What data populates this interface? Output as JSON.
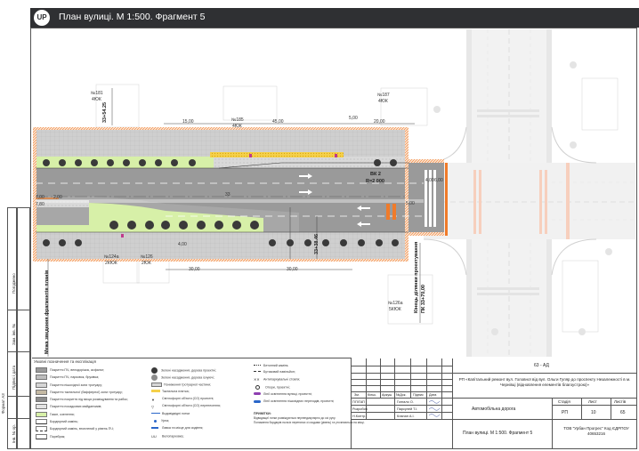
{
  "header": {
    "title": "План вулиці. М 1:500. Фрагмент 5",
    "logo": "UP"
  },
  "side_labels": [
    "Погоджено",
    "Зам. інв. №",
    "Підпис і дата",
    "Формат А3",
    "Інв. № ор."
  ],
  "plan": {
    "buildings": [
      {
        "num": "№181",
        "floors": "4ЮК"
      },
      {
        "num": "№185",
        "floors": "4ЮК"
      },
      {
        "num": "№187",
        "floors": "4ЮК"
      },
      {
        "num": "№124а",
        "floors": "2КЮК"
      },
      {
        "num": "№126",
        "floors": "2ЮК"
      },
      {
        "num": "№126а",
        "floors": "5КЮК"
      }
    ],
    "dims": [
      "15,00",
      "45,00",
      "20,00",
      "5,00",
      "30,00",
      "30,00",
      "7,00",
      "7,80",
      "4,00",
      "6,00",
      "4,00",
      "2,00",
      "5,00",
      "33"
    ],
    "curve_label": [
      "ВК 2",
      "R=2 000"
    ],
    "picket_left": "33+54.25",
    "picket_mid": "33+38.46",
    "start_label": "Межа зведення фрагментів планів",
    "end_label": [
      "Кінець ділянки проектування",
      "ПК 33+70,00"
    ]
  },
  "legend": {
    "title": "Умовні позначення та експлікація",
    "col1": [
      {
        "text": "Покриття ПЧ, велодоріжок, асфальт;",
        "color": "#9a9a9a"
      },
      {
        "text": "Покриття ПЧ, парковок, бруківка;",
        "color": "#bdbdbd"
      },
      {
        "text": "Покриття пішохідної зони тротуару;",
        "color": "#d6d6d6"
      },
      {
        "text": "Покриття тактильної (бафферної) зони тротуару;",
        "color": "#c4b9a3"
      },
      {
        "text": "Покриття покриття під місця розміщування та рабок;",
        "color": "#8c8c8c"
      },
      {
        "text": "Покриття посадкових майданчиків;",
        "color": "#e3e3e3"
      },
      {
        "text": "Газон, озелення;",
        "color": "#d7f0a8"
      },
      {
        "text": "Бордюрний камінь;",
        "color": "#ffffff"
      },
      {
        "text": "Бордюрний камінь, втоплений у рівень ПЧ;",
        "color": "#ffffff"
      },
      {
        "text": "Поребрик;",
        "color": "#ffffff"
      }
    ],
    "col2": [
      "Зелені насадження, дерева проектні;",
      "Зелені насадження, дерева існуючі;",
      "Пониження тротуарної частини;",
      "Тактильна плитка;",
      "Світлофорні об'єкти (СО) проектні;",
      "Світлофорні об'єкти (СО) перенесення;",
      "Водовідвідні лотки",
      "Урна;",
      "Лавка та місце для сидіння;",
      "Велопарковка;"
    ],
    "col3": [
      "Бетонний камінь",
      "Бутиковий павільйон;",
      "Антипаркувальні стовпи;",
      "Опори, проектні;",
      "Лінії освітлення вулиці, проектні;",
      "Лінії освітлення пішохідних переходів, проектні;"
    ],
    "notes_title": "ПРИМІТКИ:",
    "notes": [
      "Відводящиї лотки розміщуються перпендикулярно до осі руху.",
      "Пониження бордюрів на всіх перетинах зі сходами (рівень) та уточнюються на місці."
    ]
  },
  "title_block": {
    "code": "63 - АД",
    "project": "РП «Капітальний ремонт вул. Головної від вул. Ольги Гуляр до проспекту Незалежності в м. Чернівці (відновлення елементів благоустрою)»",
    "section": "Автомобільна дорога",
    "sheet_title": "План вулиці. М 1:500. Фрагмент 5",
    "company": "ТОВ \"Урбан Прогрес\" Код ЄДРПОУ 40653216",
    "cols": [
      "Зм.",
      "Кільк.",
      "Аркуш",
      "№Док.",
      "Підпис",
      "Дата"
    ],
    "roles": [
      {
        "role": "ГІП/ГАП",
        "name": "Гонгало О."
      },
      {
        "role": "Розробив",
        "name": "Парсулей Т.І."
      },
      {
        "role": "Н.Контр.",
        "name": "Клапан А.І."
      }
    ],
    "stage_h": "Стадія",
    "sheet_h": "Лист",
    "sheets_h": "Листів",
    "stage": "РП",
    "sheet": "10",
    "sheets": "65"
  }
}
